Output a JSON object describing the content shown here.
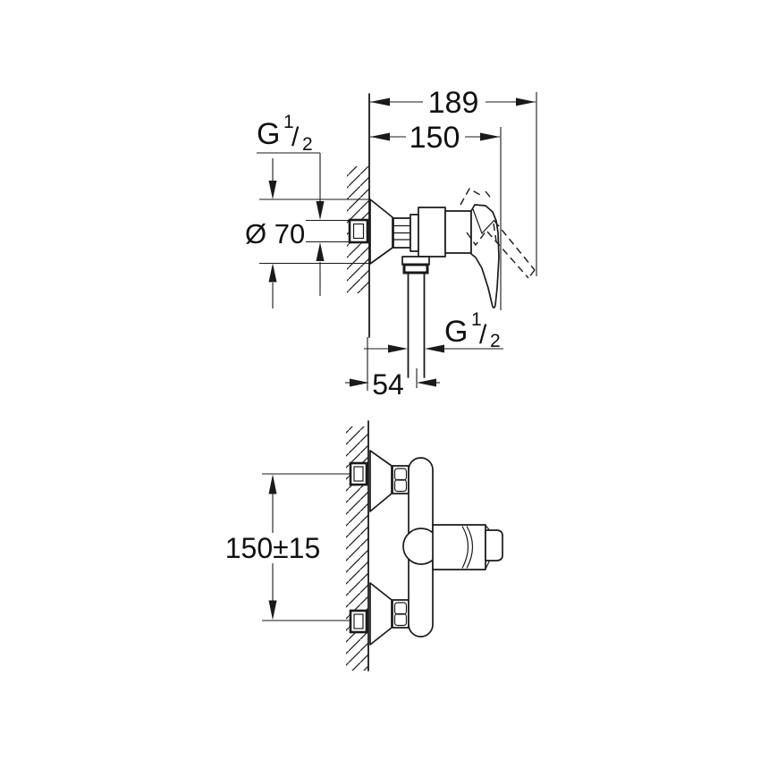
{
  "colors": {
    "ink": "#1a1a1a",
    "background": "#ffffff"
  },
  "side_view": {
    "dim_overall_depth": "189",
    "dim_wall_to_lever": "150",
    "inlet_thread": {
      "prefix": "G",
      "numerator": "1",
      "slash": "/",
      "denominator": "2"
    },
    "dim_escutcheon_diameter": "Ø 70",
    "outlet_thread": {
      "prefix": "G",
      "numerator": "1",
      "slash": "/",
      "denominator": "2"
    },
    "dim_wall_to_outlet": "54"
  },
  "plan_view": {
    "dim_inlet_spacing": "150±15"
  }
}
